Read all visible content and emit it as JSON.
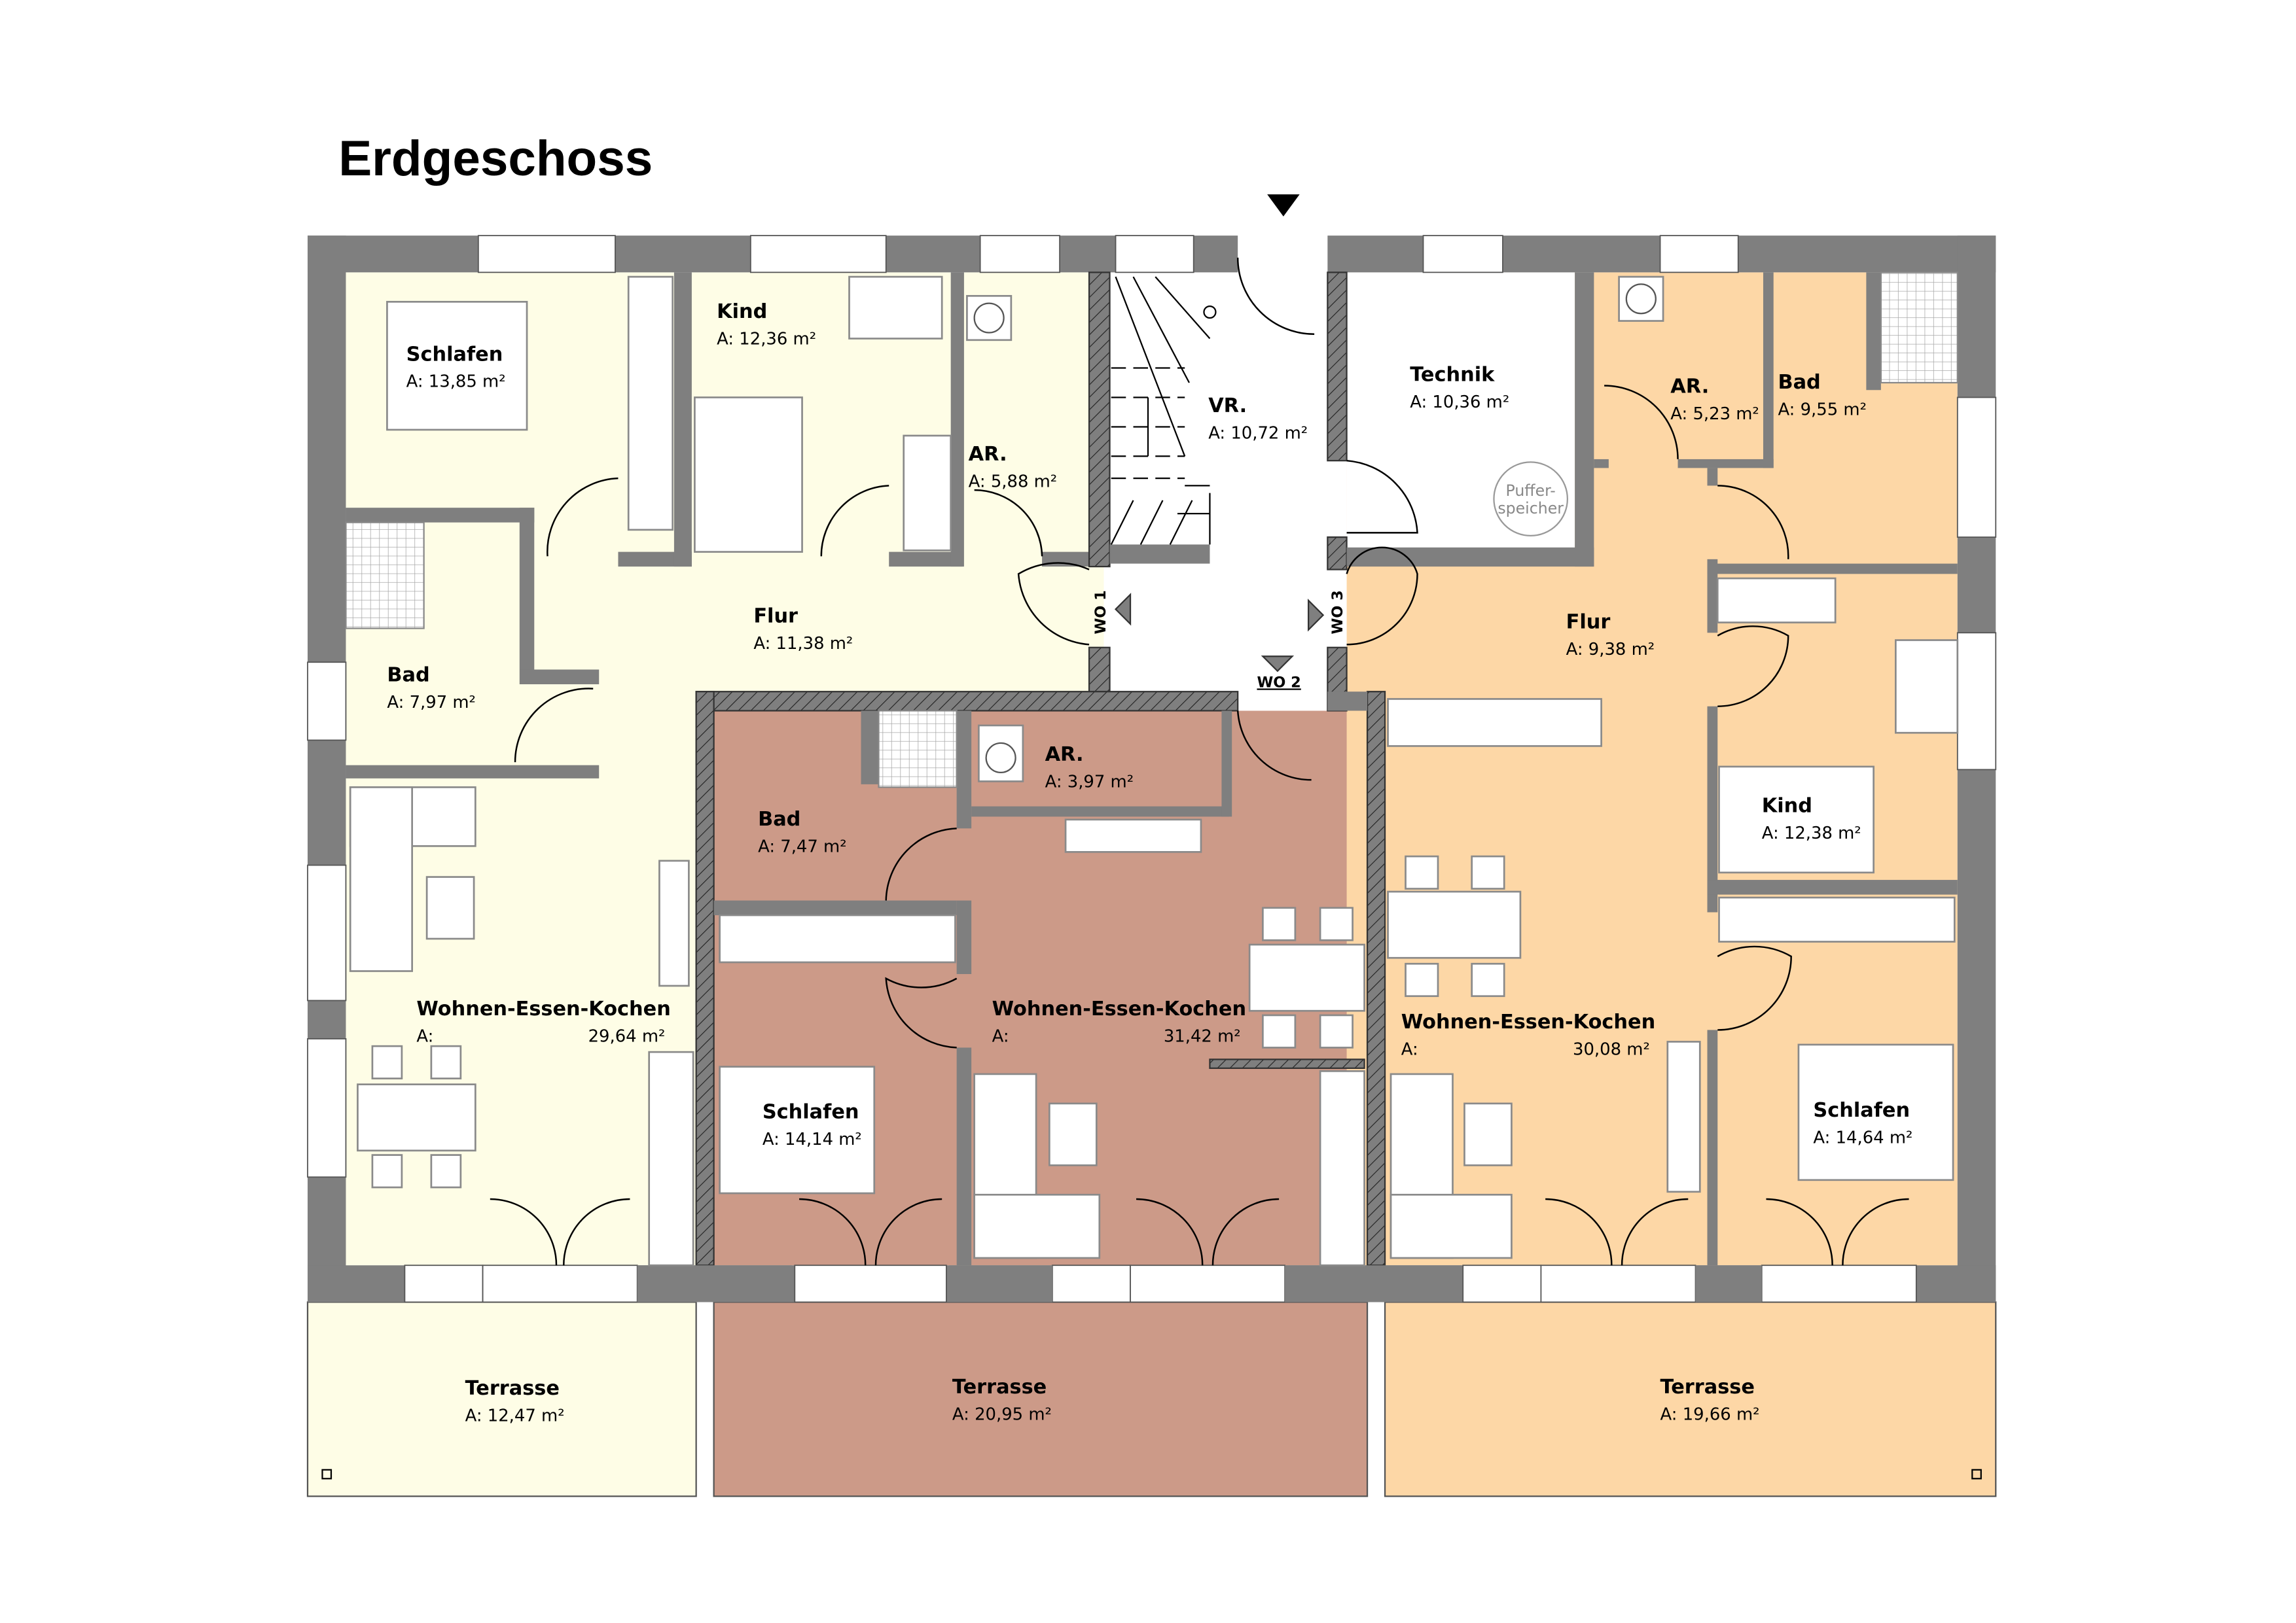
{
  "title": "Erdgeschoss",
  "colors": {
    "unit1": "#fefde6",
    "unit2": "#cc9a88",
    "unit3": "#fdd7a6",
    "wall": "#7f7f7f"
  },
  "rooms": {
    "u1_schlafen": {
      "name": "Schlafen",
      "area": "A: 13,85 m²"
    },
    "u1_kind": {
      "name": "Kind",
      "area": "A: 12,36 m²"
    },
    "u1_ar": {
      "name": "AR.",
      "area": "A: 5,88 m²"
    },
    "vr": {
      "name": "VR.",
      "area": "A: 10,72 m²"
    },
    "technik": {
      "name": "Technik",
      "area": "A: 10,36 m²",
      "tank": "Puffer-",
      "tank2": "speicher"
    },
    "u3_ar": {
      "name": "AR.",
      "area": "A: 5,23 m²"
    },
    "u3_bad": {
      "name": "Bad",
      "area": "A: 9,55 m²"
    },
    "u1_flur": {
      "name": "Flur",
      "area": "A: 11,38 m²"
    },
    "u1_bad": {
      "name": "Bad",
      "area": "A: 7,97 m²"
    },
    "u3_flur": {
      "name": "Flur",
      "area": "A: 9,38 m²"
    },
    "u2_bad": {
      "name": "Bad",
      "area": "A: 7,47 m²"
    },
    "u2_ar": {
      "name": "AR.",
      "area": "A: 3,97 m²"
    },
    "u3_kind": {
      "name": "Kind",
      "area": "A: 12,38 m²"
    },
    "u1_wek": {
      "name": "Wohnen-Essen-Kochen",
      "a": "A:",
      "area": "29,64 m²"
    },
    "u2_wek": {
      "name": "Wohnen-Essen-Kochen",
      "a": "A:",
      "area": "31,42 m²"
    },
    "u3_wek": {
      "name": "Wohnen-Essen-Kochen",
      "a": "A:",
      "area": "30,08 m²"
    },
    "u2_schlafen": {
      "name": "Schlafen",
      "area": "A: 14,14 m²"
    },
    "u3_schlafen": {
      "name": "Schlafen",
      "area": "A: 14,64 m²"
    },
    "u1_terrasse": {
      "name": "Terrasse",
      "area": "A: 12,47 m²"
    },
    "u2_terrasse": {
      "name": "Terrasse",
      "area": "A: 20,95 m²"
    },
    "u3_terrasse": {
      "name": "Terrasse",
      "area": "A: 19,66 m²"
    }
  },
  "markers": {
    "wo1": "WO 1",
    "wo2": "WO 2",
    "wo3": "WO 3"
  }
}
